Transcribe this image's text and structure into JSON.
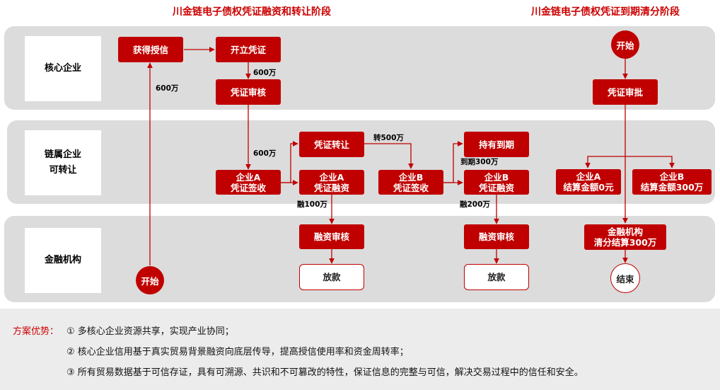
{
  "titles": {
    "stage1": "川金链电子债权凭证融资和转让阶段",
    "stage2": "川金链电子债权凭证到期清分阶段"
  },
  "lanes": [
    {
      "label": "核心企业"
    },
    {
      "label_line1": "链属企业",
      "label_line2": "可转让"
    },
    {
      "label": "金融机构"
    }
  ],
  "nodes": {
    "get_credit": "获得授信",
    "open_voucher": "开立凭证",
    "voucher_review": "凭证审核",
    "company_a_sign_1": "企业A",
    "company_a_sign_2": "凭证签收",
    "voucher_transfer": "凭证转让",
    "company_a_fin_1": "企业A",
    "company_a_fin_2": "凭证融资",
    "company_b_sign_1": "企业B",
    "company_b_sign_2": "凭证签收",
    "hold_to_maturity": "持有到期",
    "company_b_fin_1": "企业B",
    "company_b_fin_2": "凭证融资",
    "fin_review_1": "融资审核",
    "fin_review_2": "融资审核",
    "disburse_1": "放款",
    "disburse_2": "放款",
    "start_1": "开始",
    "start_2": "开始",
    "voucher_approval": "凭证审批",
    "settle_a_1": "企业A",
    "settle_a_2": "结算金额0元",
    "settle_b_1": "企业B",
    "settle_b_2": "结算金额300万",
    "institution_1": "金融机构",
    "institution_2": "清分结算300万",
    "end": "结束"
  },
  "amounts": {
    "credit": "600万",
    "issue": "600万",
    "to_company_a": "600万",
    "transfer": "转500万",
    "financing_a": "融100万",
    "maturity": "到期300万",
    "financing_b": "融200万"
  },
  "advantages": {
    "label": "方案优势：",
    "items": [
      "① 多核心企业资源共享，实现产业协同；",
      "② 核心企业信用基于真实贸易背景融资向底层传导，提高授信使用率和资金周转率；",
      "③ 所有贸易数据基于可信存证，具有可溯源、共识和不可篡改的特性，保证信息的完整与可信，解决交易过程中的信任和安全。"
    ]
  },
  "colors": {
    "accent": "#c00000",
    "title": "#cc0000",
    "lane_bg": "#dcdcdc",
    "footer_bg": "#ececec"
  }
}
